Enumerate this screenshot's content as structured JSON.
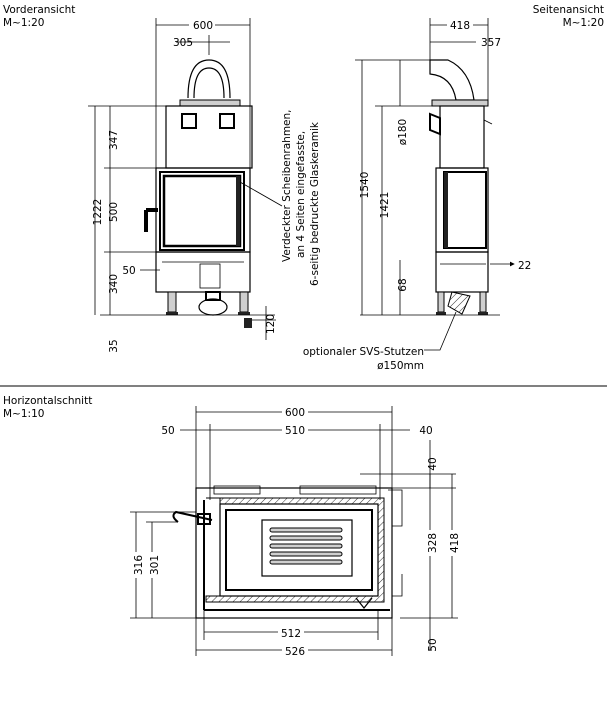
{
  "views": {
    "front": {
      "title": "Vorderansicht",
      "scale": "M~1:20"
    },
    "side": {
      "title": "Seitenansicht",
      "scale": "M~1:20"
    },
    "section": {
      "title": "Horizontalschnitt",
      "scale": "M~1:10"
    }
  },
  "annotations": {
    "glass_line1": "Verdeckter Scheibenrahmen,",
    "glass_line2": "an 4 Seiten eingefasste,",
    "glass_line3": "6-seitig bedruckte Glaskeramik",
    "svs_line1": "optionaler SVS-Stutzen",
    "svs_line2": "ø150mm"
  },
  "front_dims": {
    "width": "600",
    "flue_offset": "305",
    "upper": "347",
    "height": "1222",
    "door": "500",
    "offset": "50",
    "base": "340",
    "foot": "35",
    "feet": "120"
  },
  "side_dims": {
    "depth": "418",
    "flue_depth": "357",
    "flue_dia": "ø180",
    "total": "1540",
    "inner": "1421",
    "low": "68",
    "side_offset": "22"
  },
  "section_dims": {
    "width": "600",
    "left": "50",
    "inner": "510",
    "right": "40",
    "top": "40",
    "d316": "316",
    "d301": "301",
    "d328": "328",
    "d418": "418",
    "d512": "512",
    "d526": "526",
    "d50": "50"
  }
}
